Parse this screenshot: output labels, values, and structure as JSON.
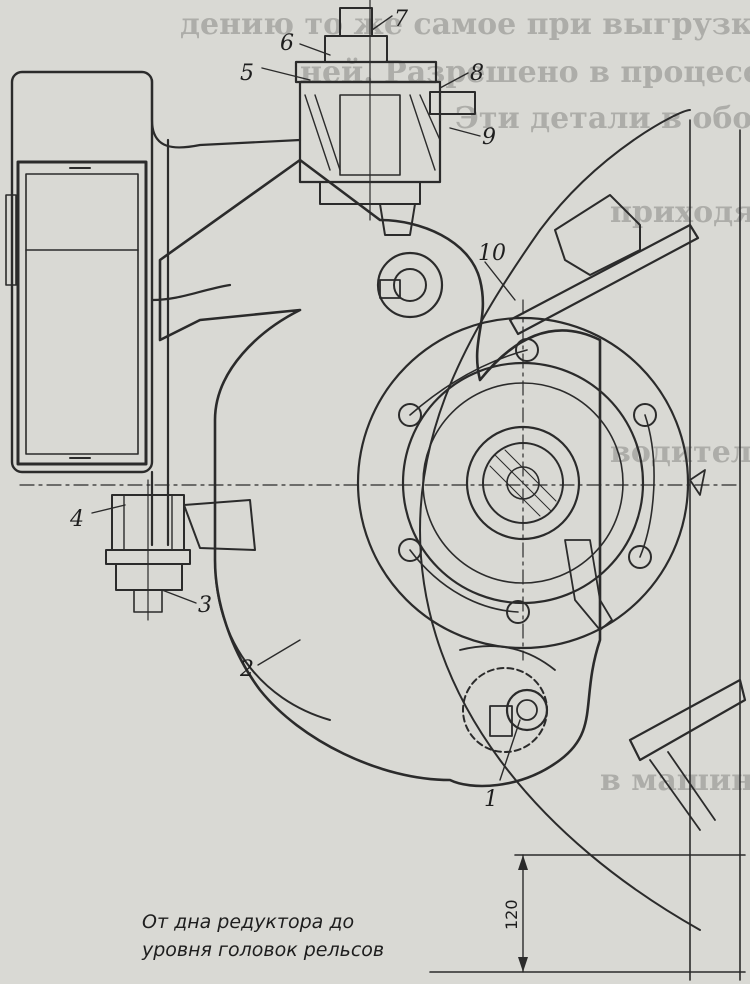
{
  "figure": {
    "labels": [
      "1",
      "2",
      "3",
      "4",
      "5",
      "6",
      "7",
      "8",
      "9",
      "10"
    ],
    "dimension": {
      "value": "120"
    },
    "caption": {
      "line1": "От дна редуктора до",
      "line2": "уровня головок рельсов"
    },
    "bleed_text": [
      "дению то же самое при выгрузке",
      "ней. Разрешено в процессе",
      "Эти детали в обороте",
      "приходят",
      "водитель",
      "в машине"
    ]
  }
}
